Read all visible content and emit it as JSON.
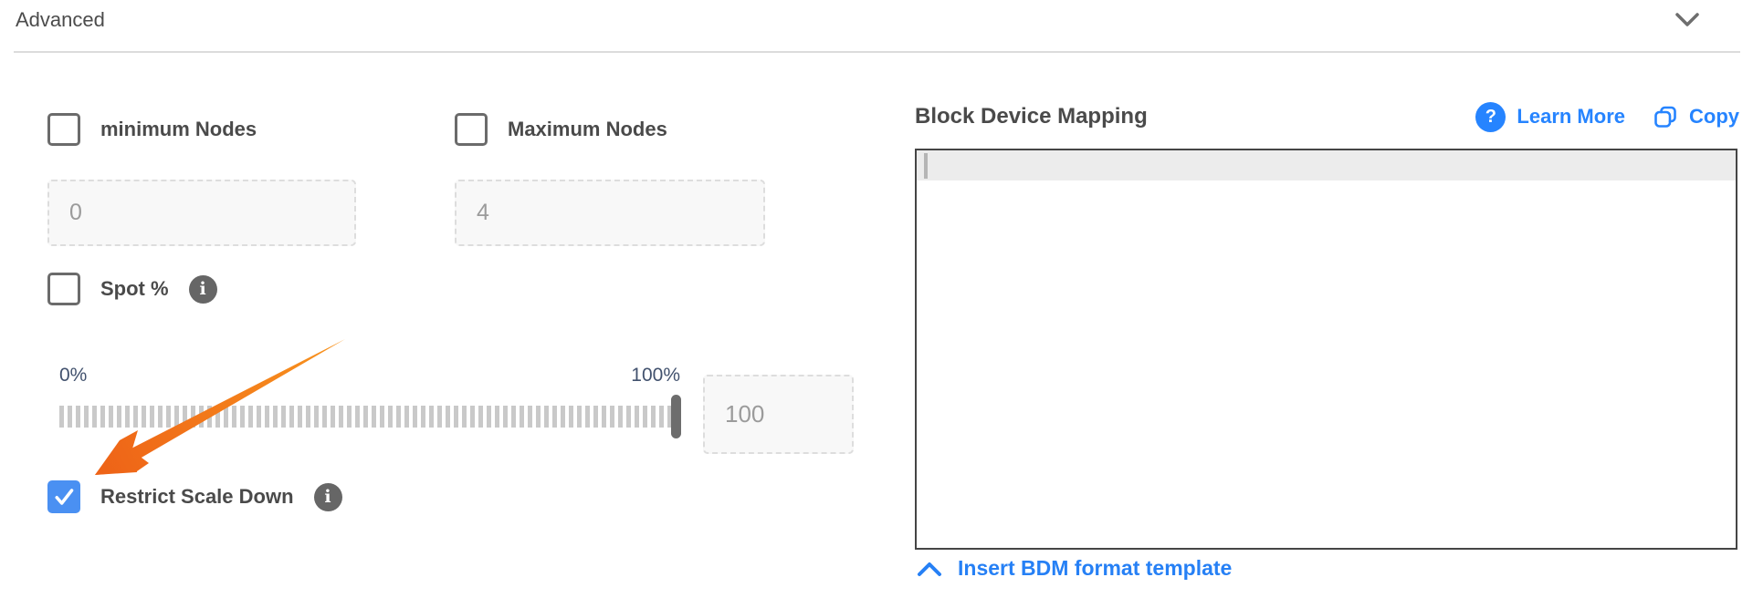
{
  "panel": {
    "title": "Advanced"
  },
  "fields": {
    "minimum_nodes": {
      "label": "minimum Nodes",
      "checked": false,
      "input_placeholder": "0"
    },
    "maximum_nodes": {
      "label": "Maximum Nodes",
      "checked": false,
      "input_placeholder": "4"
    },
    "spot_percentage": {
      "label": "Spot %",
      "checked": false
    },
    "spot_slider": {
      "min_label": "0%",
      "max_label": "100%",
      "value": 100,
      "input_placeholder": "100"
    },
    "restrict_scale_down": {
      "label": "Restrict Scale Down",
      "checked": true
    }
  },
  "block_device_mapping": {
    "title": "Block Device Mapping",
    "learn_more_label": "Learn More",
    "copy_label": "Copy",
    "editor_content": "",
    "insert_template_label": "Insert BDM format template"
  },
  "annotation": {
    "type": "arrow",
    "color": "#F0731F",
    "points_to": "restrict-scale-down-checkbox"
  },
  "colors": {
    "accent_blue": "#2684FF",
    "checked_checkbox_blue": "#4A90F2",
    "label_gray": "#4A4A4A",
    "slider_label_navy": "#42526E",
    "annotation_orange": "#F0731F"
  }
}
